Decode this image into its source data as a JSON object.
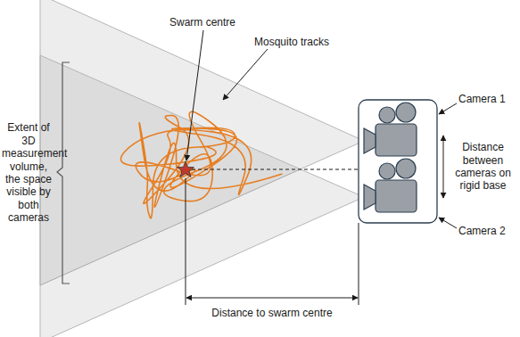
{
  "diagram": {
    "labels": [
      "Swarm centre",
      "Mosquito tracks",
      "Camera 1",
      "Extent of 3D measurement volume, the space visible by both cameras",
      "Distance between cameras on rigid base",
      "Camera 2",
      "Distance to swarm centre"
    ]
  }
}
